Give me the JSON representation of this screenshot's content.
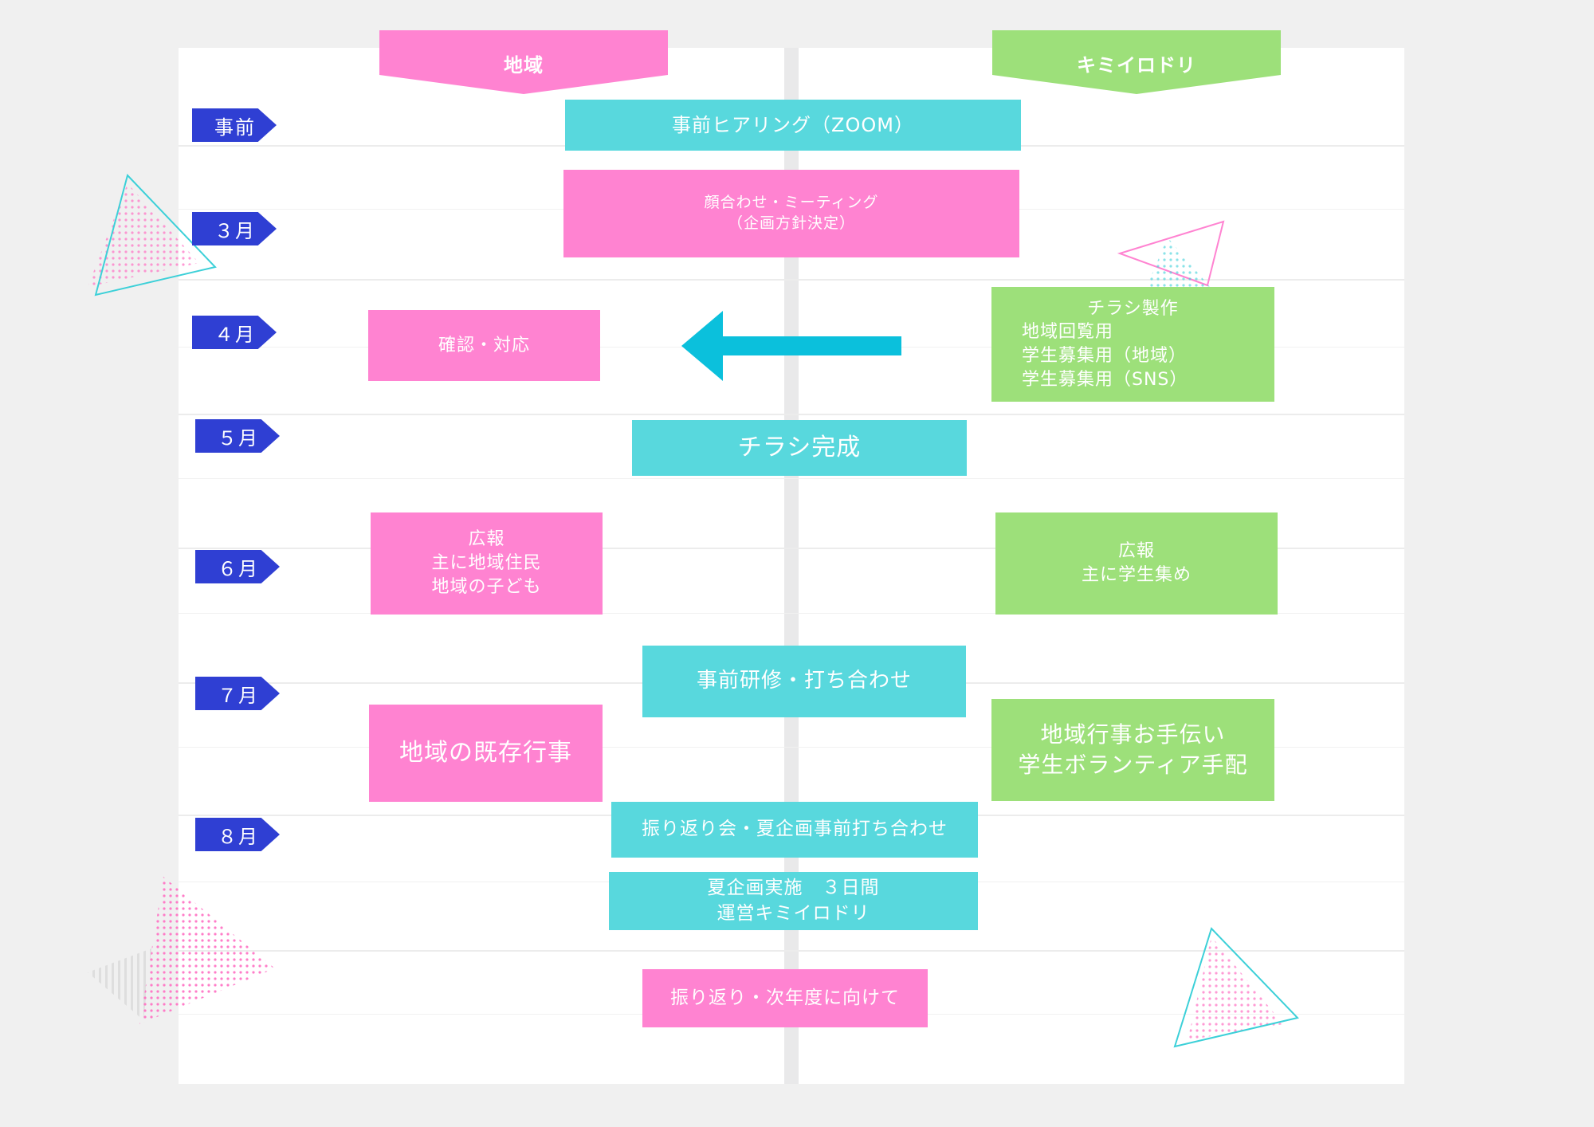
{
  "lanes": {
    "left": {
      "label": "地域",
      "color": "#ff83d1"
    },
    "right": {
      "label": "キミイロドリ",
      "color": "#9de07a"
    }
  },
  "months": [
    "事前",
    "３月",
    "４月",
    "５月",
    "６月",
    "７月",
    "８月"
  ],
  "boxes": {
    "pre_hearing": "事前ヒアリング（ZOOM）",
    "meeting": [
      "顔合わせ・ミーティング",
      "（企画方針決定）"
    ],
    "confirm": "確認・対応",
    "flyer_production": [
      "チラシ製作",
      "地域回覧用",
      "学生募集用（地域）",
      "学生募集用（SNS）"
    ],
    "flyer_done": "チラシ完成",
    "pr_local": [
      "広報",
      "主に地域住民",
      "地域の子ども"
    ],
    "pr_students": [
      "広報",
      "主に学生集め"
    ],
    "pre_training": "事前研修・打ち合わせ",
    "local_events": "地域の既存行事",
    "volunteer": [
      "地域行事お手伝い",
      "学生ボランティア手配"
    ],
    "review_meeting": "振り返り会・夏企画事前打ち合わせ",
    "summer_event": [
      "夏企画実施　３日間",
      "運営キミイロドリ"
    ],
    "next_year": "振り返り・次年度に向けて"
  },
  "colors": {
    "pink": "#ff83d1",
    "cyan": "#58d8dd",
    "green": "#9de07a",
    "navy": "#2f3fd3",
    "arrow": "#0bc0dc"
  }
}
